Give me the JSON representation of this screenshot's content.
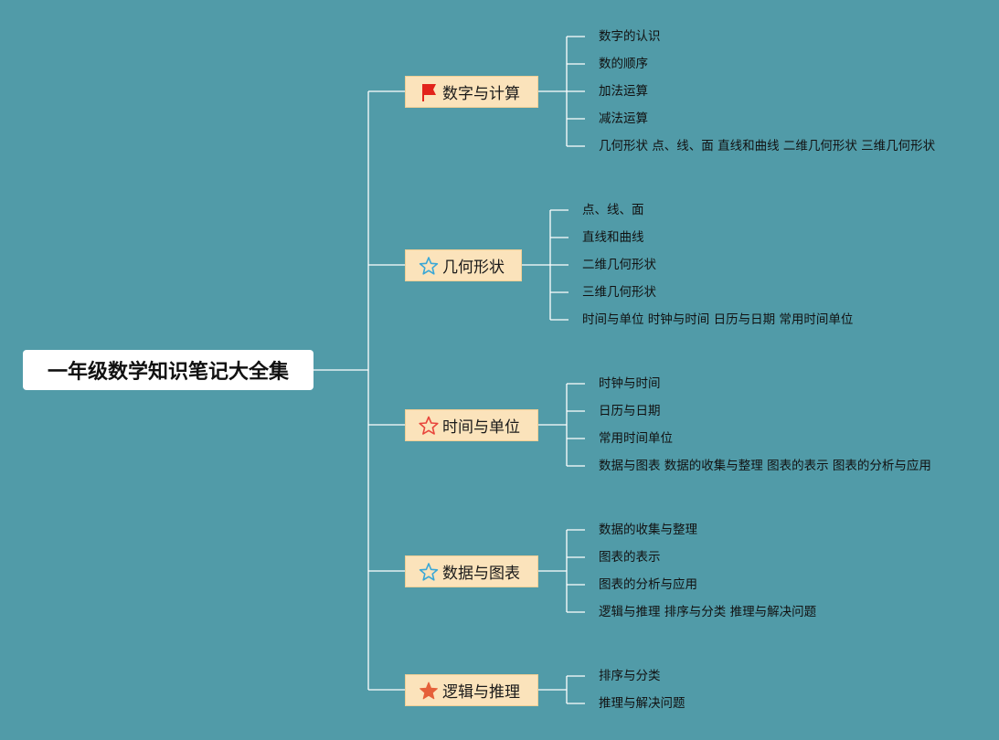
{
  "title": "一年级数学知识笔记大全集",
  "branches": [
    {
      "label": "数字与计算",
      "icon": "red-flag-icon",
      "leaves": [
        "数字的认识",
        "数的顺序",
        "加法运算",
        "减法运算",
        "几何形状 点、线、面 直线和曲线 二维几何形状 三维几何形状"
      ]
    },
    {
      "label": "几何形状",
      "icon": "blue-star-outline-icon",
      "leaves": [
        "点、线、面",
        "直线和曲线",
        "二维几何形状",
        "三维几何形状",
        "时间与单位 时钟与时间 日历与日期 常用时间单位"
      ]
    },
    {
      "label": "时间与单位",
      "icon": "red-star-outline-icon",
      "leaves": [
        "时钟与时间",
        "日历与日期",
        "常用时间单位",
        "数据与图表 数据的收集与整理 图表的表示 图表的分析与应用"
      ]
    },
    {
      "label": "数据与图表",
      "icon": "blue-star-outline-icon",
      "leaves": [
        "数据的收集与整理",
        "图表的表示",
        "图表的分析与应用",
        "逻辑与推理 排序与分类 推理与解决问题"
      ]
    },
    {
      "label": "逻辑与推理",
      "icon": "orange-star-filled-icon",
      "leaves": [
        "排序与分类",
        "推理与解决问题"
      ]
    }
  ],
  "colors": {
    "background": "#519ba8",
    "branch_fill": "#fbe3bb",
    "connector": "#ffffff",
    "flag_red": "#e2231a",
    "star_blue": "#3aa7d6",
    "star_red": "#e8453c",
    "star_orange": "#e5603a"
  }
}
